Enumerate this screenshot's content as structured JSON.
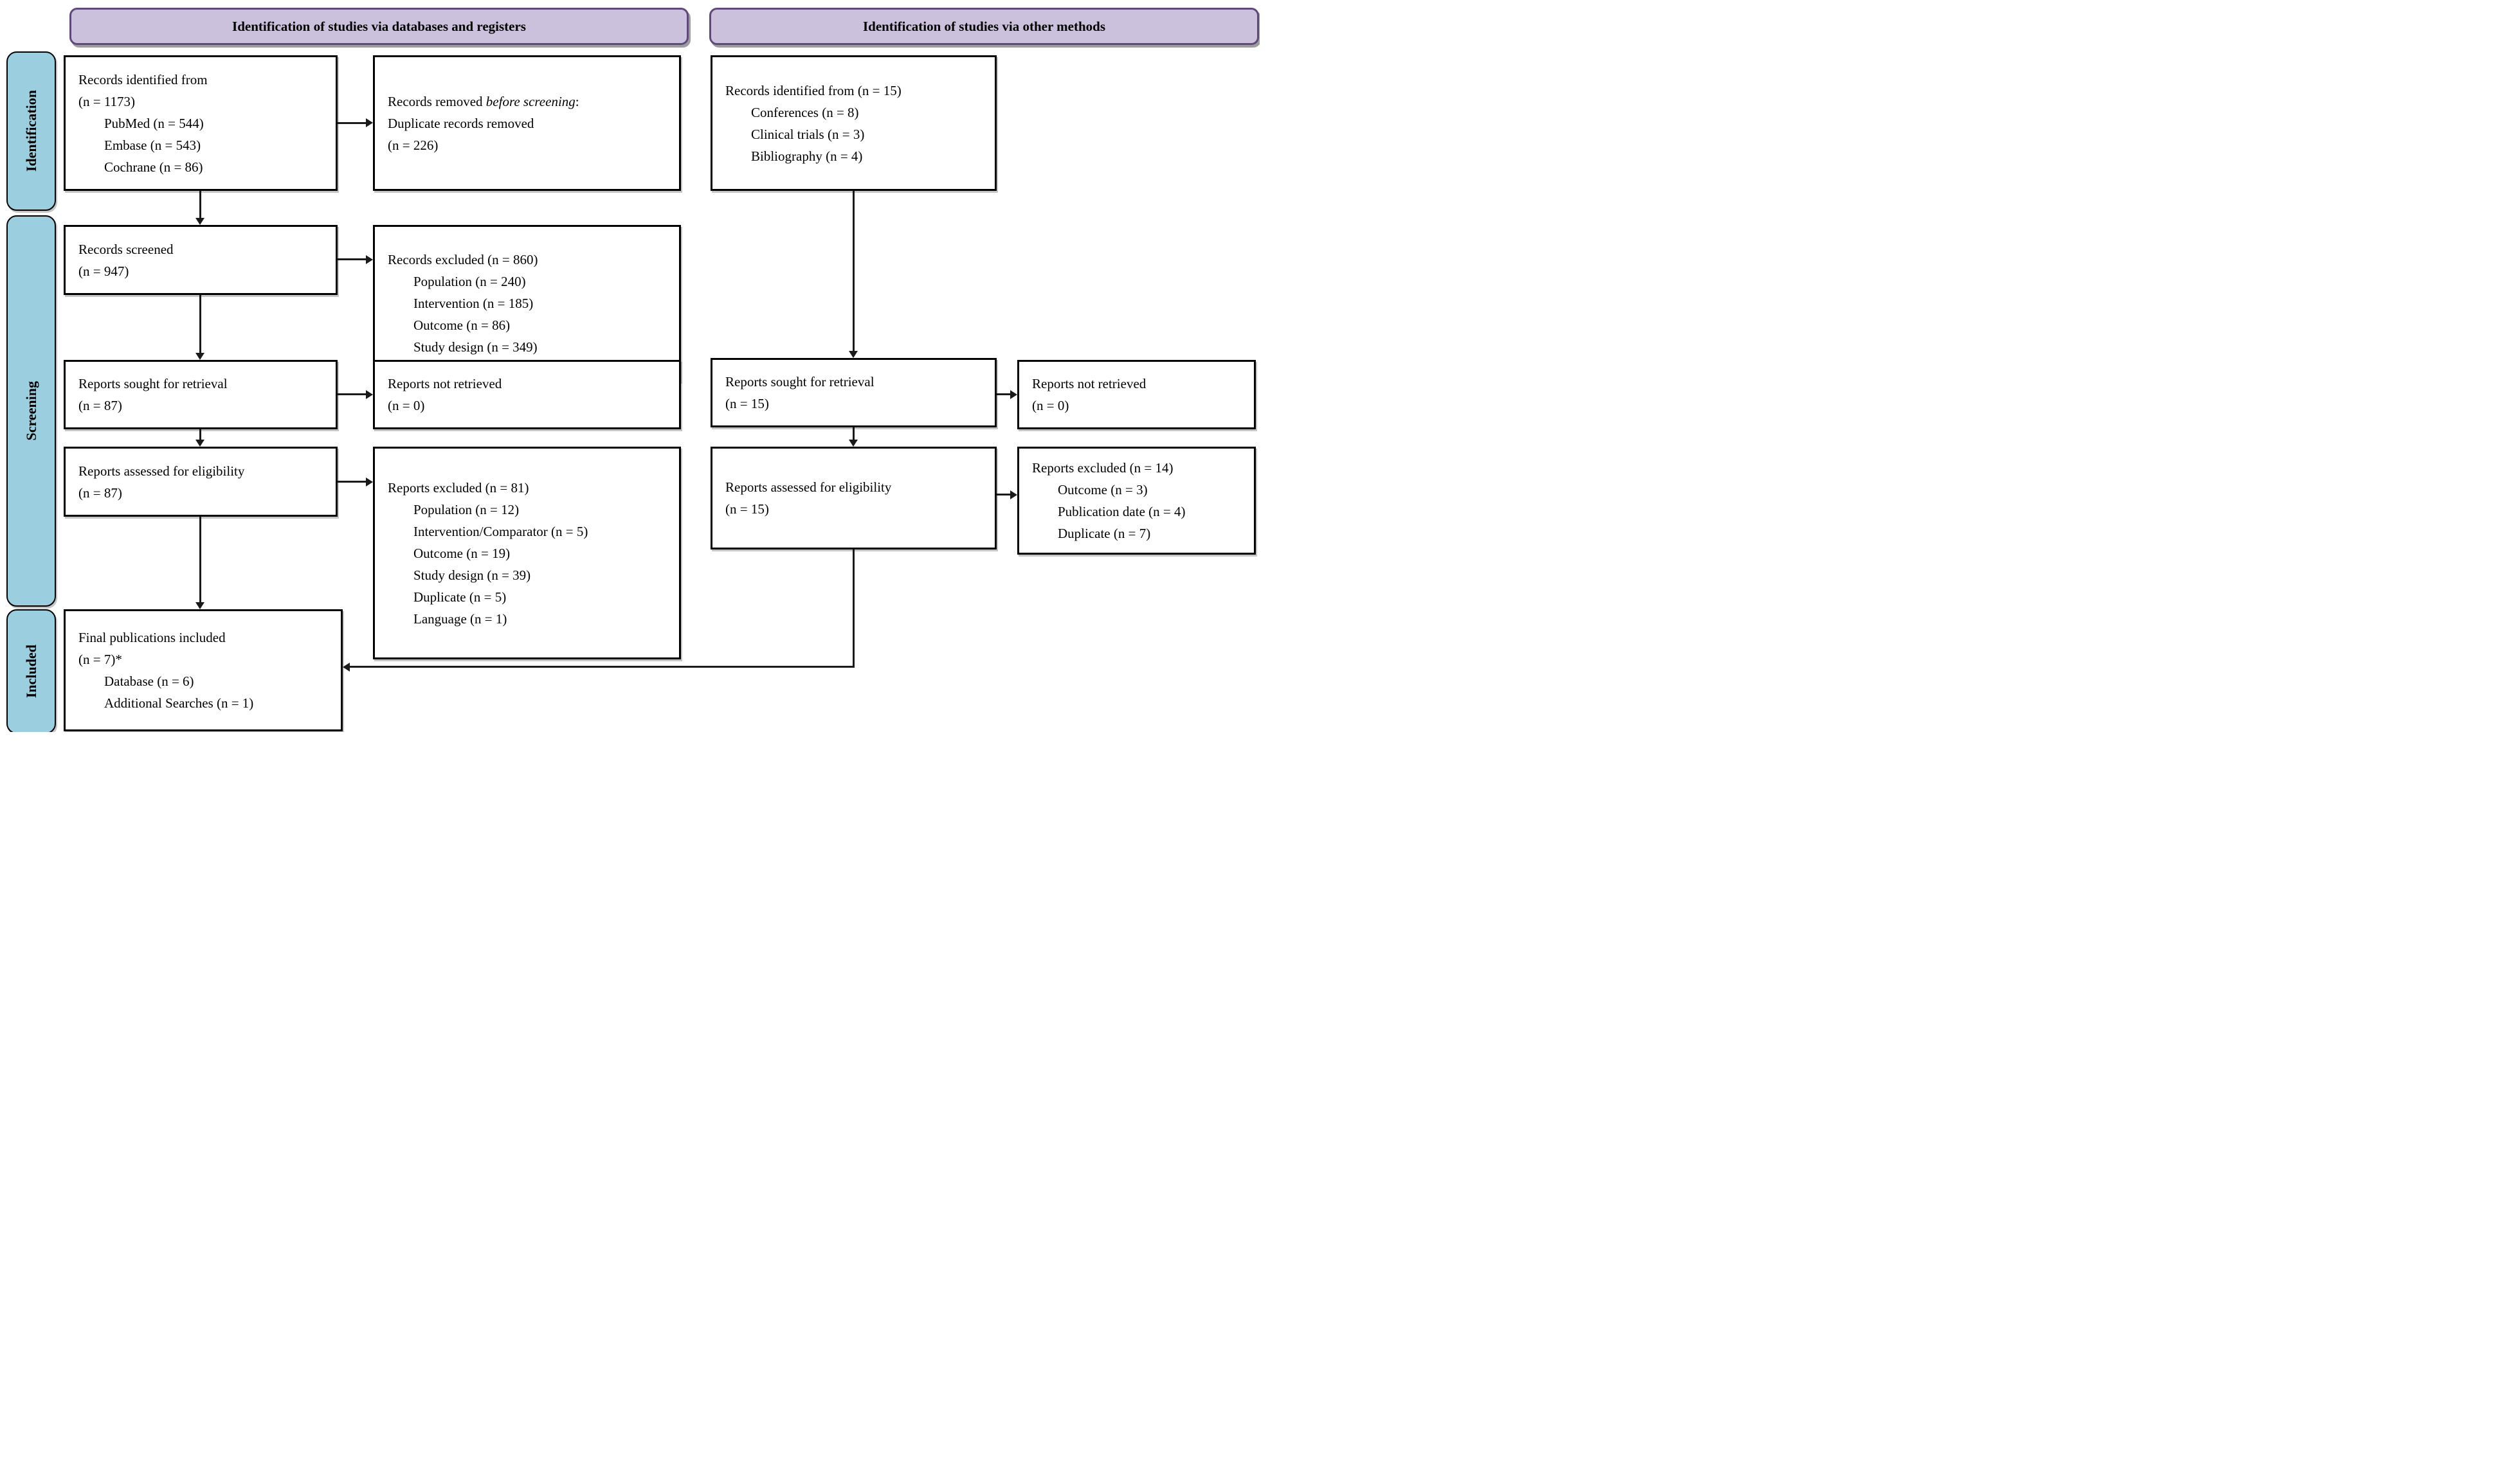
{
  "headers": {
    "databases": "Identification of studies via databases and registers",
    "other_methods": "Identification of studies via other methods"
  },
  "sidebar": {
    "identification": "Identification",
    "screening": "Screening",
    "included": "Included"
  },
  "boxes": {
    "records_identified_db": {
      "lines": [
        {
          "text": "Records identified from"
        },
        {
          "text": "(n = 1173)"
        },
        {
          "text": "PubMed (n = 544)",
          "indent": true
        },
        {
          "text": "Embase (n = 543)",
          "indent": true
        },
        {
          "text": "Cochrane (n = 86)",
          "indent": true
        }
      ]
    },
    "records_removed": {
      "lines": [
        {
          "text": "Records removed ",
          "italic": "before screening",
          "tail": ":"
        },
        {
          "text": "Duplicate records removed"
        },
        {
          "text": "(n = 226)"
        }
      ]
    },
    "records_identified_other": {
      "lines": [
        {
          "text": "Records identified from (n = 15)"
        },
        {
          "text": "Conferences (n = 8)",
          "indent": true
        },
        {
          "text": "Clinical trials (n = 3)",
          "indent": true
        },
        {
          "text": "Bibliography (n = 4)",
          "indent": true
        }
      ]
    },
    "records_screened": {
      "lines": [
        {
          "text": "Records screened"
        },
        {
          "text": "(n = 947)"
        }
      ]
    },
    "records_excluded": {
      "lines": [
        {
          "text": "Records excluded (n = 860)"
        },
        {
          "text": "Population (n = 240)",
          "indent": true
        },
        {
          "text": "Intervention (n = 185)",
          "indent": true
        },
        {
          "text": "Outcome (n = 86)",
          "indent": true
        },
        {
          "text": "Study design (n = 349)",
          "indent": true
        }
      ]
    },
    "reports_sought_db": {
      "lines": [
        {
          "text": "Reports sought for retrieval"
        },
        {
          "text": "(n = 87)"
        }
      ]
    },
    "reports_not_retrieved_db": {
      "lines": [
        {
          "text": "Reports not retrieved"
        },
        {
          "text": "(n = 0)"
        }
      ]
    },
    "reports_sought_other": {
      "lines": [
        {
          "text": "Reports sought for retrieval"
        },
        {
          "text": "(n = 15)"
        }
      ]
    },
    "reports_not_retrieved_other": {
      "lines": [
        {
          "text": "Reports not retrieved"
        },
        {
          "text": "(n = 0)"
        }
      ]
    },
    "reports_assessed_db": {
      "lines": [
        {
          "text": "Reports assessed for eligibility"
        },
        {
          "text": "(n = 87)"
        }
      ]
    },
    "reports_excluded_db": {
      "lines": [
        {
          "text": "Reports excluded (n = 81)"
        },
        {
          "text": "Population (n = 12)",
          "indent": true
        },
        {
          "text": "Intervention/Comparator (n = 5)",
          "indent": true
        },
        {
          "text": "Outcome (n = 19)",
          "indent": true
        },
        {
          "text": "Study design (n = 39)",
          "indent": true
        },
        {
          "text": "Duplicate (n = 5)",
          "indent": true
        },
        {
          "text": "Language (n = 1)",
          "indent": true
        }
      ]
    },
    "reports_assessed_other": {
      "lines": [
        {
          "text": "Reports assessed for eligibility"
        },
        {
          "text": "(n = 15)"
        }
      ]
    },
    "reports_excluded_other": {
      "lines": [
        {
          "text": "Reports excluded (n = 14)"
        },
        {
          "text": "Outcome (n = 3)",
          "indent": true
        },
        {
          "text": "Publication date (n = 4)",
          "indent": true
        },
        {
          "text": "Duplicate (n = 7)",
          "indent": true
        }
      ]
    },
    "final_included": {
      "lines": [
        {
          "text": "Final publications included"
        },
        {
          "text": "(n = 7)*"
        },
        {
          "text": "Database (n = 6)",
          "indent": true
        },
        {
          "text": "Additional Searches (n = 1)",
          "indent": true
        }
      ]
    }
  },
  "colors": {
    "header_fill": "#ccc1dc",
    "header_border": "#5f497a",
    "stage_fill": "#9bcfe0",
    "stage_border": "#000000",
    "box_border": "#000000",
    "arrow": "#1a1a1a",
    "page_bg": "#ffffff"
  }
}
